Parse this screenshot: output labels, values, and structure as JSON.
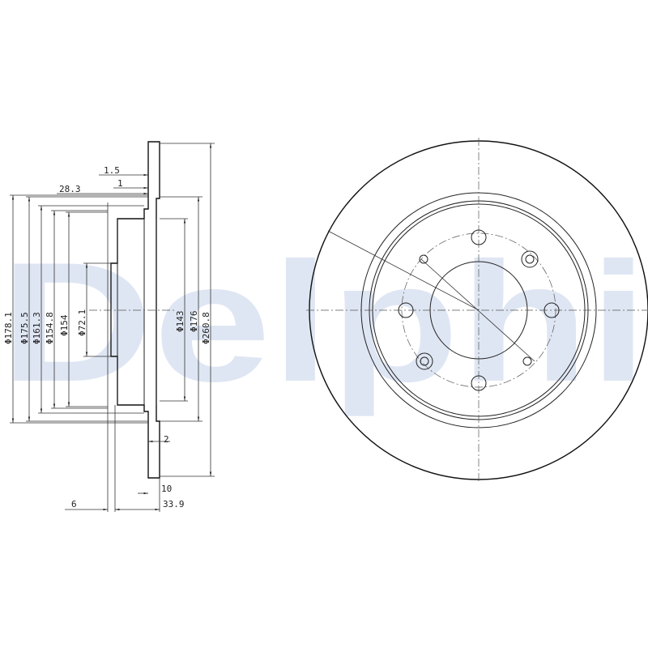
{
  "watermark": "Delphi",
  "colors": {
    "line": "#222222",
    "watermark": "#dfe6f3"
  },
  "section_view": {
    "dimensions": {
      "d178_1": "Φ178.1",
      "d175_5": "Φ175.5",
      "d161_3": "Φ161.3",
      "d154_8": "Φ154.8",
      "d154": "Φ154",
      "d72_1": "Φ72.1",
      "d143": "Φ143",
      "d176": "Φ176",
      "d260_8": "Φ260.8",
      "t1_5": "1.5",
      "t28_3": "28.3",
      "t1": "1",
      "t2": "2",
      "t10": "10",
      "t6": "6",
      "t33_9": "33.9"
    }
  },
  "front_view": {
    "bolt_holes": 4,
    "auxiliary_holes": 2,
    "pin_holes": 2
  }
}
